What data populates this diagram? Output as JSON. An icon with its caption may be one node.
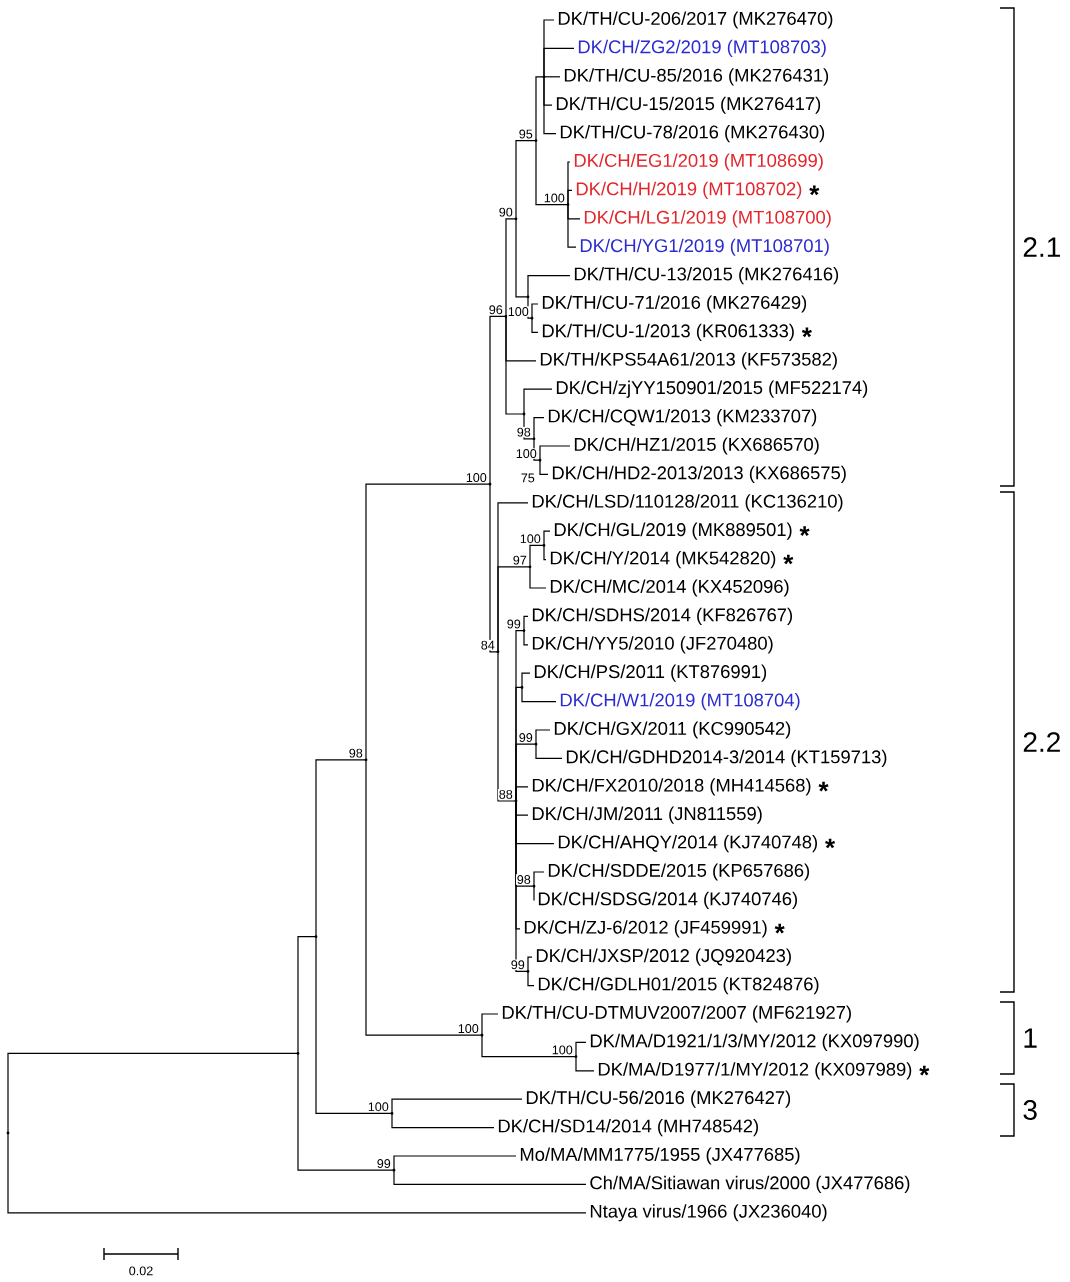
{
  "diagram": {
    "nodes": [
      {
        "text": [
          "DK/TH/CU-206/2017 (MK276470)"
        ]
      },
      {
        "text": [
          "DK/CH/ZG2/2019 (MT108703)"
        ]
      },
      {
        "text": [
          "DK/TH/CU-85/2016 (MK276431)"
        ]
      },
      {
        "text": [
          "DK/TH/CU-15/2015 (MK276417)"
        ]
      },
      {
        "text": [
          "DK/TH/CU-78/2016 (MK276430)"
        ]
      },
      {
        "text": [
          "DK/CH/EG1/2019 (MT108699)"
        ]
      },
      {
        "text": [
          "DK/CH/H/2019 (MT108702)"
        ],
        "beside": [
          "*"
        ]
      },
      {
        "text": [
          "DK/CH/LG1/2019 (MT108700)"
        ]
      },
      {
        "text": [
          "DK/CH/YG1/2019 (MT108701)"
        ]
      },
      {
        "text": [
          "DK/TH/CU-13/2015 (MK276416)"
        ]
      },
      {
        "text": [
          "DK/TH/CU-71/2016 (MK276429)"
        ]
      },
      {
        "text": [
          "DK/TH/CU-1/2013 (KR061333)"
        ],
        "beside": [
          "*"
        ]
      },
      {
        "text": [
          "DK/TH/KPS54A61/2013 (KF573582)"
        ]
      },
      {
        "text": [
          "DK/CH/zjYY150901/2015 (MF522174)"
        ]
      },
      {
        "text": [
          "DK/CH/CQW1/2013 (KM233707)"
        ]
      },
      {
        "text": [
          "DK/CH/HZ1/2015 (KX686570)"
        ]
      },
      {
        "text": [
          "DK/CH/HD2-2013/2013 (KX686575)"
        ]
      },
      {
        "text": [
          "DK/CH/LSD/110128/2011 (KC136210)"
        ]
      },
      {
        "text": [
          "DK/CH/GL/2019 (MK889501)"
        ],
        "beside": [
          "*"
        ]
      },
      {
        "text": [
          "DK/CH/Y/2014 (MK542820)"
        ],
        "beside": [
          "*"
        ]
      },
      {
        "text": [
          "DK/CH/MC/2014 (KX452096)"
        ]
      },
      {
        "text": [
          "DK/CH/SDHS/2014 (KF826767)"
        ]
      },
      {
        "text": [
          "DK/CH/YY5/2010 (JF270480)"
        ]
      },
      {
        "text": [
          "DK/CH/PS/2011 (KT876991)"
        ]
      },
      {
        "text": [
          "DK/CH/W1/2019 (MT108704)"
        ]
      },
      {
        "text": [
          "DK/CH/GX/2011 (KC990542)"
        ]
      },
      {
        "text": [
          "DK/CH/GDHD2014-3/2014 (KT159713)"
        ]
      },
      {
        "text": [
          "DK/CH/FX2010/2018 (MH414568)"
        ],
        "beside": [
          "*"
        ]
      },
      {
        "text": [
          "DK/CH/JM/2011 (JN811559)"
        ]
      },
      {
        "text": [
          "DK/CH/AHQY/2014 (KJ740748)"
        ],
        "beside": [
          "*"
        ]
      },
      {
        "text": [
          "DK/CH/SDDE/2015 (KP657686)"
        ]
      },
      {
        "text": [
          "DK/CH/SDSG/2014 (KJ740746)"
        ]
      },
      {
        "text": [
          "DK/CH/ZJ-6/2012 (JF459991)"
        ],
        "beside": [
          "*"
        ]
      },
      {
        "text": [
          "DK/CH/JXSP/2012 (JQ920423)"
        ]
      },
      {
        "text": [
          "DK/CH/GDLH01/2015 (KT824876)"
        ]
      },
      {
        "text": [
          "DK/TH/CU-DTMUV2007/2007 (MF621927)"
        ]
      },
      {
        "text": [
          "DK/MA/D1921/1/3/MY/2012 (KX097990)"
        ]
      },
      {
        "text": [
          "DK/MA/D1977/1/MY/2012 (KX097989)"
        ],
        "beside": [
          "*"
        ]
      },
      {
        "text": [
          "DK/TH/CU-56/2016 (MK276427)"
        ]
      },
      {
        "text": [
          "DK/CH/SD14/2014 (MH748542)"
        ]
      },
      {
        "text": [
          "Mo/MA/MM1775/1955 (JX477685)"
        ]
      },
      {
        "text": [
          "Ch/MA/Sitiawan virus/2000 (JX477686)"
        ]
      },
      {
        "text": [
          "Ntaya virus/1966 (JX236040)"
        ]
      },
      {
        "text": [],
        "shape": "point"
      },
      {
        "text": [],
        "shape": "point"
      },
      {
        "text": [],
        "shape": "point"
      },
      {
        "text": [],
        "shape": "point",
        "beside": [
          "98"
        ]
      },
      {
        "text": [],
        "shape": "point",
        "beside": [
          "100"
        ]
      },
      {
        "text": [],
        "shape": "point",
        "beside": [
          "96"
        ]
      },
      {
        "text": [],
        "shape": "point",
        "beside": [
          "90"
        ]
      },
      {
        "text": [],
        "shape": "point",
        "beside": [
          "95"
        ]
      },
      {
        "text": [],
        "shape": "point"
      },
      {
        "text": [],
        "shape": "point",
        "beside": [
          "100"
        ]
      },
      {
        "text": [],
        "shape": "point"
      },
      {
        "text": [],
        "shape": "point",
        "beside": [
          "100"
        ]
      },
      {
        "text": [],
        "shape": "point"
      },
      {
        "text": [],
        "shape": "point",
        "beside": [
          "98"
        ]
      },
      {
        "text": [],
        "shape": "point",
        "beside": [
          "100"
        ]
      },
      {
        "text": [],
        "shape": "point",
        "beside": [
          "84"
        ]
      },
      {
        "text": [],
        "shape": "point",
        "beside": [
          "97"
        ]
      },
      {
        "text": [],
        "shape": "point",
        "beside": [
          "100"
        ]
      },
      {
        "text": [],
        "shape": "point",
        "beside": [
          "88"
        ]
      },
      {
        "text": [],
        "shape": "point",
        "beside": [
          "99"
        ]
      },
      {
        "text": [],
        "shape": "point"
      },
      {
        "text": [],
        "shape": "point",
        "beside": [
          "99"
        ]
      },
      {
        "text": [],
        "shape": "point",
        "beside": [
          "98"
        ]
      },
      {
        "text": [],
        "shape": "point",
        "beside": [
          "99"
        ]
      },
      {
        "text": [],
        "shape": "point",
        "beside": [
          "100"
        ]
      },
      {
        "text": [],
        "shape": "point",
        "beside": [
          "100"
        ]
      },
      {
        "text": [],
        "shape": "point",
        "beside": [
          "100"
        ]
      },
      {
        "text": [],
        "shape": "point",
        "beside": [
          "99"
        ]
      }
    ],
    "edges": [
      {
        "from": 43,
        "to": 44,
        "arrow": "none"
      },
      {
        "from": 43,
        "to": 42,
        "arrow": "none"
      },
      {
        "from": 44,
        "to": 45,
        "arrow": "none"
      },
      {
        "from": 44,
        "to": 70,
        "arrow": "none"
      },
      {
        "from": 45,
        "to": 46,
        "arrow": "none"
      },
      {
        "from": 45,
        "to": 69,
        "arrow": "none"
      },
      {
        "from": 46,
        "to": 47,
        "arrow": "none"
      },
      {
        "from": 46,
        "to": 67,
        "arrow": "none"
      },
      {
        "from": 47,
        "to": 48,
        "arrow": "none"
      },
      {
        "from": 47,
        "to": 58,
        "arrow": "none"
      },
      {
        "from": 48,
        "to": 49,
        "arrow": "none"
      },
      {
        "from": 48,
        "to": 12,
        "arrow": "none"
      },
      {
        "from": 48,
        "to": 55,
        "arrow": "none"
      },
      {
        "from": 49,
        "to": 50,
        "arrow": "none"
      },
      {
        "from": 49,
        "to": 53,
        "arrow": "none"
      },
      {
        "from": 50,
        "to": 51,
        "arrow": "none"
      },
      {
        "from": 50,
        "to": 52,
        "arrow": "none"
      },
      {
        "from": 51,
        "to": 0,
        "arrow": "none"
      },
      {
        "from": 51,
        "to": 1,
        "arrow": "none"
      },
      {
        "from": 51,
        "to": 2,
        "arrow": "none"
      },
      {
        "from": 51,
        "to": 3,
        "arrow": "none"
      },
      {
        "from": 51,
        "to": 4,
        "arrow": "none"
      },
      {
        "from": 52,
        "to": 5,
        "arrow": "none"
      },
      {
        "from": 52,
        "to": 6,
        "arrow": "none"
      },
      {
        "from": 52,
        "to": 7,
        "arrow": "none"
      },
      {
        "from": 52,
        "to": 8,
        "arrow": "none"
      },
      {
        "from": 53,
        "to": 9,
        "arrow": "none"
      },
      {
        "from": 53,
        "to": 54,
        "arrow": "none"
      },
      {
        "from": 54,
        "to": 10,
        "arrow": "none"
      },
      {
        "from": 54,
        "to": 11,
        "arrow": "none"
      },
      {
        "from": 55,
        "to": 13,
        "arrow": "none"
      },
      {
        "from": 55,
        "to": 56,
        "arrow": "none"
      },
      {
        "from": 56,
        "to": 14,
        "arrow": "none"
      },
      {
        "from": 56,
        "to": 57,
        "arrow": "none"
      },
      {
        "from": 57,
        "to": 15,
        "arrow": "none"
      },
      {
        "from": 57,
        "to": 16,
        "arrow": "none"
      },
      {
        "from": 58,
        "to": 17,
        "arrow": "none"
      },
      {
        "from": 58,
        "to": 59,
        "arrow": "none"
      },
      {
        "from": 58,
        "to": 61,
        "arrow": "none"
      },
      {
        "from": 59,
        "to": 60,
        "arrow": "none"
      },
      {
        "from": 59,
        "to": 20,
        "arrow": "none"
      },
      {
        "from": 60,
        "to": 18,
        "arrow": "none"
      },
      {
        "from": 60,
        "to": 19,
        "arrow": "none"
      },
      {
        "from": 61,
        "to": 62,
        "arrow": "none"
      },
      {
        "from": 61,
        "to": 63,
        "arrow": "none"
      },
      {
        "from": 61,
        "to": 64,
        "arrow": "none"
      },
      {
        "from": 61,
        "to": 27,
        "arrow": "none"
      },
      {
        "from": 61,
        "to": 28,
        "arrow": "none"
      },
      {
        "from": 61,
        "to": 29,
        "arrow": "none"
      },
      {
        "from": 61,
        "to": 65,
        "arrow": "none"
      },
      {
        "from": 61,
        "to": 32,
        "arrow": "none"
      },
      {
        "from": 61,
        "to": 66,
        "arrow": "none"
      },
      {
        "from": 62,
        "to": 21,
        "arrow": "none"
      },
      {
        "from": 62,
        "to": 22,
        "arrow": "none"
      },
      {
        "from": 63,
        "to": 23,
        "arrow": "none"
      },
      {
        "from": 63,
        "to": 24,
        "arrow": "none"
      },
      {
        "from": 64,
        "to": 25,
        "arrow": "none"
      },
      {
        "from": 64,
        "to": 26,
        "arrow": "none"
      },
      {
        "from": 65,
        "to": 30,
        "arrow": "none"
      },
      {
        "from": 65,
        "to": 31,
        "arrow": "none"
      },
      {
        "from": 66,
        "to": 33,
        "arrow": "none"
      },
      {
        "from": 66,
        "to": 34,
        "arrow": "none"
      },
      {
        "from": 67,
        "to": 35,
        "arrow": "none"
      },
      {
        "from": 67,
        "to": 68,
        "arrow": "none"
      },
      {
        "from": 68,
        "to": 36,
        "arrow": "none"
      },
      {
        "from": 68,
        "to": 37,
        "arrow": "none"
      },
      {
        "from": 69,
        "to": 38,
        "arrow": "none"
      },
      {
        "from": 69,
        "to": 39,
        "arrow": "none"
      },
      {
        "from": 70,
        "to": 40,
        "arrow": "none"
      },
      {
        "from": 70,
        "to": 41,
        "arrow": "none"
      }
    ],
    "labels": [
      "75",
      "2.1",
      "2.2",
      "1",
      "3",
      "0.02"
    ]
  }
}
